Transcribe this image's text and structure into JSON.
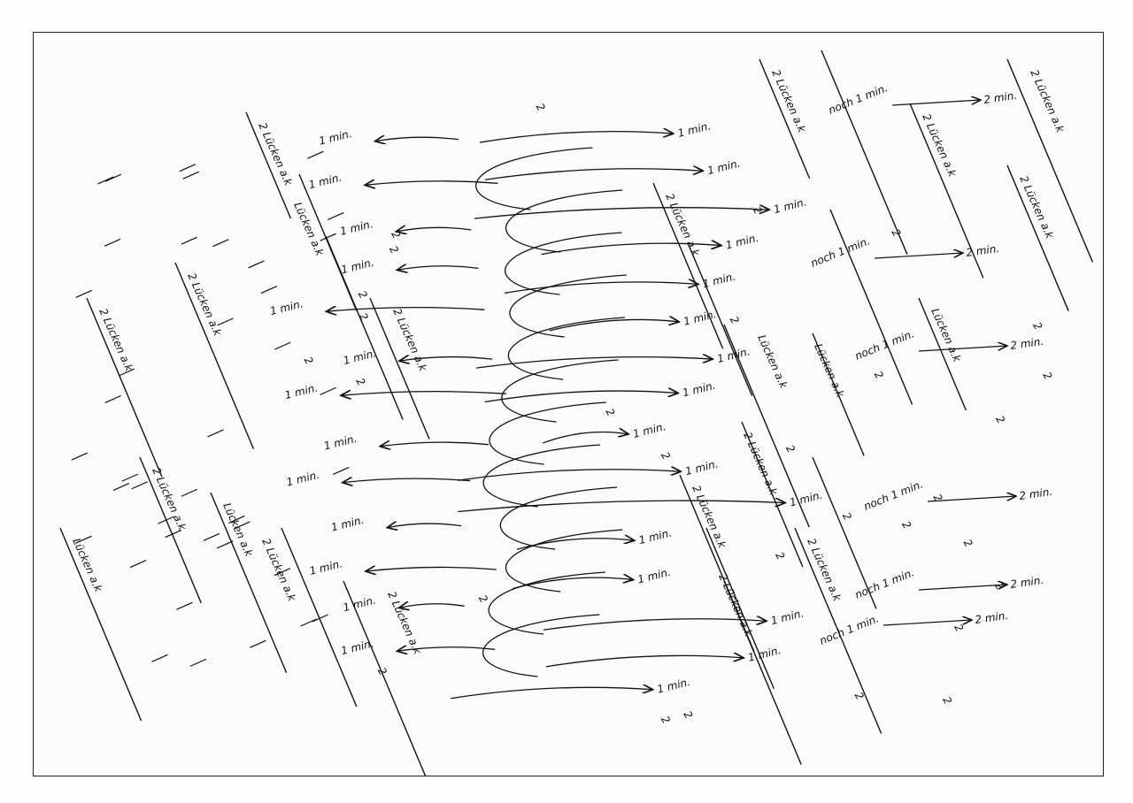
{
  "artwork": {
    "labels": {
      "one_min": "1 min.",
      "two_min": "2 min.",
      "noch_one_min": "noch 1 min.",
      "two_rest": "2 Lücken a.k",
      "rest": "Lücken a.k",
      "two": "2"
    },
    "ink_color": "#111111",
    "paper_color": "#fbfbfb"
  }
}
